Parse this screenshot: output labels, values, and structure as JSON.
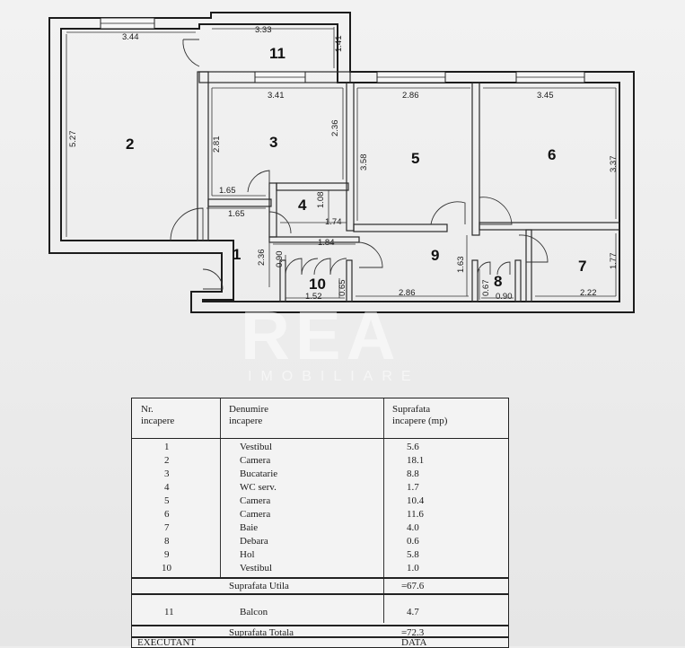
{
  "plan": {
    "rooms": [
      {
        "num": "1"
      },
      {
        "num": "2"
      },
      {
        "num": "3"
      },
      {
        "num": "4"
      },
      {
        "num": "5"
      },
      {
        "num": "6"
      },
      {
        "num": "7"
      },
      {
        "num": "8"
      },
      {
        "num": "9"
      },
      {
        "num": "10"
      },
      {
        "num": "11"
      }
    ],
    "dims": {
      "d344": "3.44",
      "d333": "3.33",
      "d141": "1.41",
      "d527": "5.27",
      "d341": "3.41",
      "d281": "2.81",
      "d236a": "2.36",
      "d165a": "1.65",
      "d165b": "1.65",
      "d286a": "2.86",
      "d358": "3.58",
      "d345": "3.45",
      "d337": "3.37",
      "d108": "1.08",
      "d174": "1.74",
      "d184": "1.84",
      "d236b": "2.36",
      "d090a": "0.90",
      "d065": "0.65",
      "d152": "1.52",
      "d286b": "2.86",
      "d163": "1.63",
      "d067": "0.67",
      "d090b": "0.90",
      "d177": "1.77",
      "d222": "2.22"
    },
    "watermark": {
      "brand": "REA",
      "sub": "IMOBILIARE"
    }
  },
  "table": {
    "headers": {
      "nr": "Nr.\nincapere",
      "name": "Denumire\nincapere",
      "area": "Suprafata\nincapere (mp)"
    },
    "rows": [
      {
        "nr": "1",
        "name": "Vestibul",
        "area": "5.6"
      },
      {
        "nr": "2",
        "name": "Camera",
        "area": "18.1"
      },
      {
        "nr": "3",
        "name": "Bucatarie",
        "area": "8.8"
      },
      {
        "nr": "4",
        "name": "WC serv.",
        "area": "1.7"
      },
      {
        "nr": "5",
        "name": "Camera",
        "area": "10.4"
      },
      {
        "nr": "6",
        "name": "Camera",
        "area": "11.6"
      },
      {
        "nr": "7",
        "name": "Baie",
        "area": "4.0"
      },
      {
        "nr": "8",
        "name": "Debara",
        "area": "0.6"
      },
      {
        "nr": "9",
        "name": "Hol",
        "area": "5.8"
      },
      {
        "nr": "10",
        "name": "Vestibul",
        "area": "1.0"
      }
    ],
    "util": {
      "label": "Suprafata Utila",
      "eq": "=",
      "value": "67.6"
    },
    "balcony": {
      "nr": "11",
      "name": "Balcon",
      "area": "4.7"
    },
    "total": {
      "label": "Suprafata Totala",
      "eq": "=",
      "value": "72.3"
    },
    "footer": {
      "left": "EXECUTANT",
      "right": "DATA"
    }
  }
}
